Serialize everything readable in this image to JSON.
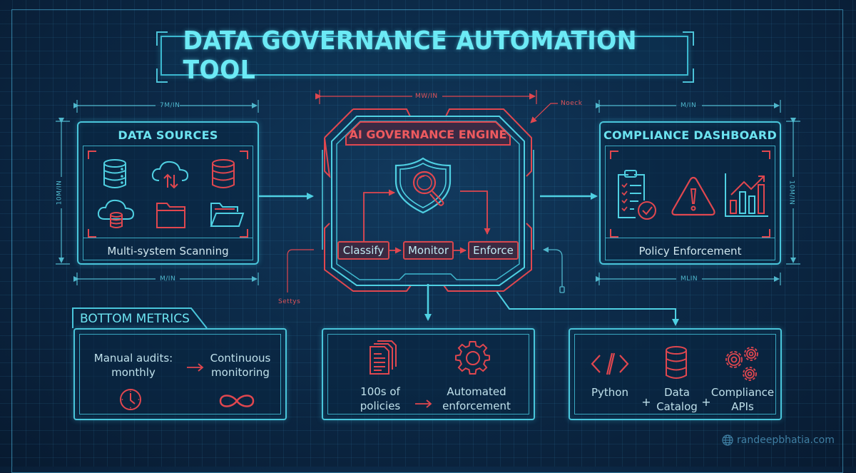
{
  "title": "DATA GOVERNANCE AUTOMATION TOOL",
  "colors": {
    "background": "#0c2a48",
    "grid": "#1d4a6e",
    "cyan_accent": "#49c5da",
    "cyan_text": "#6ce3f0",
    "red_accent": "#e0474f",
    "engine_header_fill": "#3a2a42",
    "body_text": "#cfe6ee"
  },
  "dimension_labels": {
    "data_sources_top": "7M/IN",
    "data_sources_left": "10M/IN",
    "data_sources_bottom": "M/IN",
    "engine_top": "MW/IN",
    "compliance_top": "M/IN",
    "compliance_right": "10M/IN",
    "compliance_bottom": "MLIN"
  },
  "callouts": {
    "engine_top_right": "Noeck",
    "engine_bottom_left": "Settys"
  },
  "data_sources": {
    "title": "DATA SOURCES",
    "caption": "Multi-system Scanning",
    "icons": [
      "database-icon",
      "cloud-sync-icon",
      "database-icon-red",
      "cloud-database-icon",
      "folder-icon",
      "open-folder-icon"
    ]
  },
  "engine": {
    "title": "AI GOVERNANCE ENGINE",
    "center_icon": "shield-search-icon",
    "steps": [
      "Classify",
      "Monitor",
      "Enforce"
    ]
  },
  "compliance": {
    "title": "COMPLIANCE DASHBOARD",
    "caption": "Policy Enforcement",
    "icons": [
      "checklist-clipboard-icon",
      "warning-icon",
      "bar-chart-trend-icon"
    ]
  },
  "bottom_metrics": {
    "tab_label": "BOTTOM METRICS",
    "from": "Manual audits: monthly",
    "from_line1": "Manual audits:",
    "from_line2": "monthly",
    "to_line1": "Continuous",
    "to_line2": "monitoring",
    "icons": [
      "clock-icon",
      "infinity-icon"
    ]
  },
  "policies": {
    "from_line1": "100s of",
    "from_line2": "policies",
    "to_line1": "Automated",
    "to_line2": "enforcement",
    "icons": [
      "documents-icon",
      "gear-icon"
    ]
  },
  "stack": {
    "items": [
      {
        "line1": "Python",
        "line2": "",
        "icon": "code-icon"
      },
      {
        "line1": "Data",
        "line2": "Catalog",
        "icon": "database-icon"
      },
      {
        "line1": "Compliance",
        "line2": "APIs",
        "icon": "gears-icon"
      }
    ],
    "separator": "+"
  },
  "watermark": "randeepbhatia.com"
}
